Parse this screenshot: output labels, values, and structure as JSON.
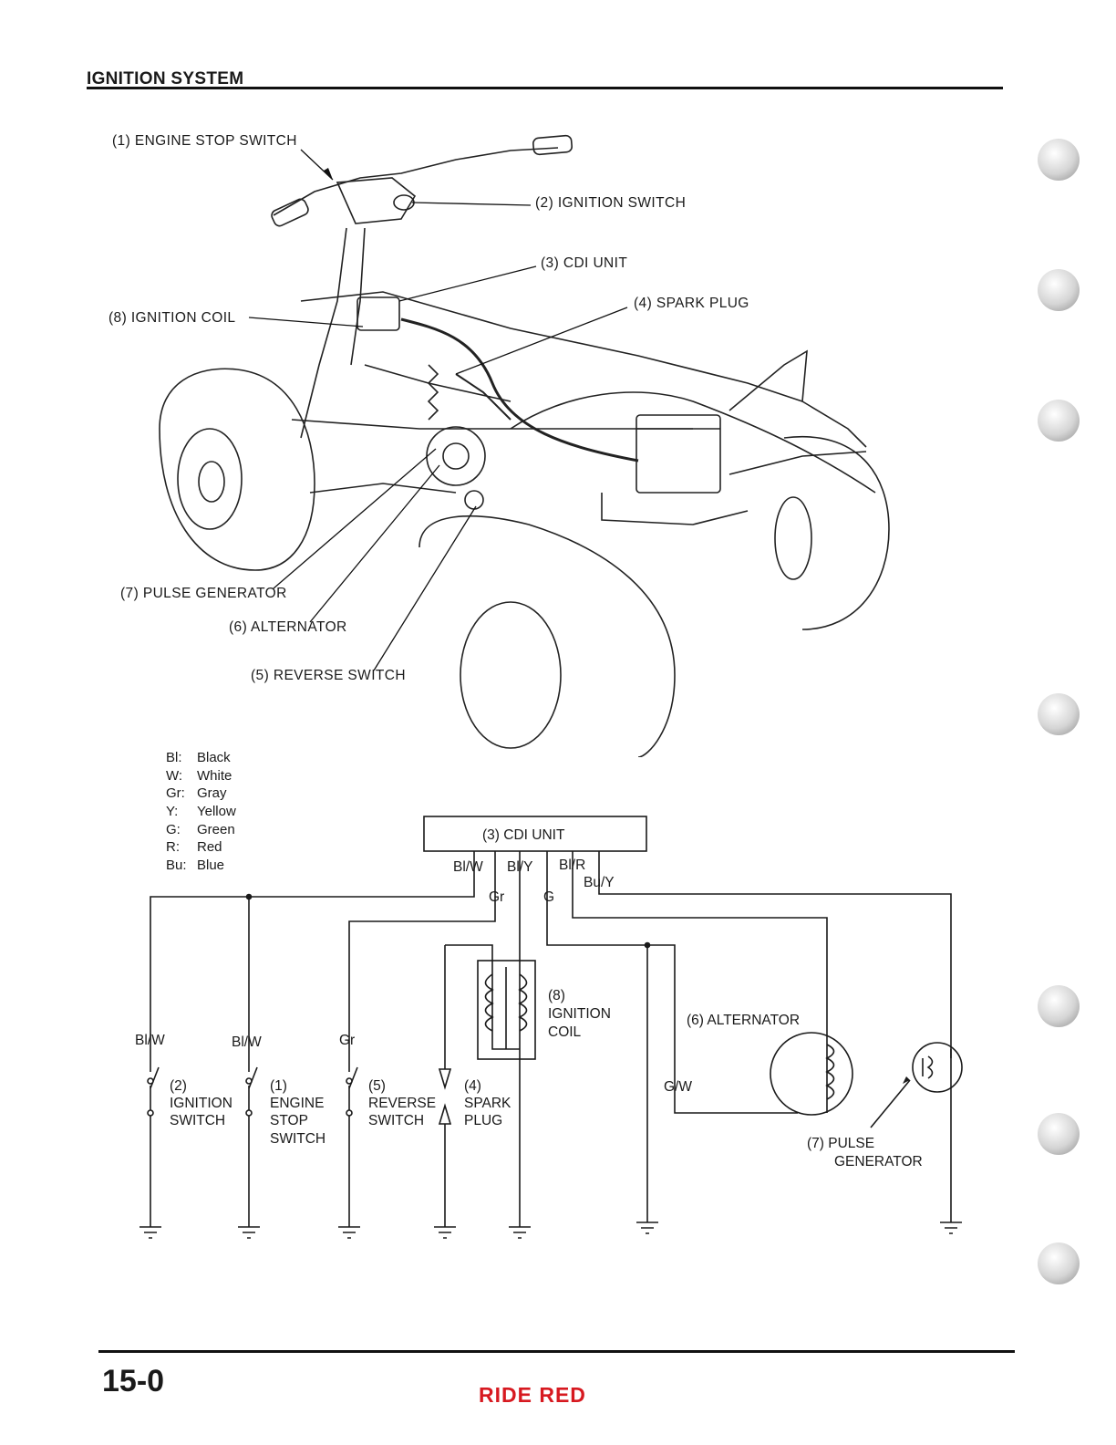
{
  "header": {
    "title": "IGNITION SYSTEM"
  },
  "illustration": {
    "callouts": [
      "(1) ENGINE STOP SWITCH",
      "(2) IGNITION SWITCH",
      "(3) CDI UNIT",
      "(4) SPARK PLUG",
      "(5) REVERSE SWITCH",
      "(6) ALTERNATOR",
      "(7) PULSE GENERATOR",
      "(8) IGNITION COIL"
    ]
  },
  "legend": [
    {
      "code": "Bl:",
      "color": "Black"
    },
    {
      "code": "W:",
      "color": "White"
    },
    {
      "code": "Gr:",
      "color": "Gray"
    },
    {
      "code": "Y:",
      "color": "Yellow"
    },
    {
      "code": "G:",
      "color": "Green"
    },
    {
      "code": "R:",
      "color": "Red"
    },
    {
      "code": "Bu:",
      "color": "Blue"
    }
  ],
  "schematic": {
    "cdi_unit": "(3) CDI UNIT",
    "wire_labels": {
      "bl_w": "Bl/W",
      "bl_y": "Bl/Y",
      "bl_r": "Bl/R",
      "bu_y": "Bu/Y",
      "gr": "Gr",
      "g": "G",
      "g_w": "G/W"
    },
    "components": {
      "ignition_switch": [
        "(2)",
        "IGNITION",
        "SWITCH"
      ],
      "engine_stop_switch": [
        "(1)",
        "ENGINE",
        "STOP",
        "SWITCH"
      ],
      "reverse_switch": [
        "(5)",
        "REVERSE",
        "SWITCH"
      ],
      "spark_plug": [
        "(4)",
        "SPARK",
        "PLUG"
      ],
      "ignition_coil": [
        "(8)",
        "IGNITION",
        "COIL"
      ],
      "alternator": "(6) ALTERNATOR",
      "pulse_generator": [
        "(7) PULSE",
        "GENERATOR"
      ]
    }
  },
  "footer": {
    "page_number": "15-0",
    "brand": "RIDE RED"
  }
}
